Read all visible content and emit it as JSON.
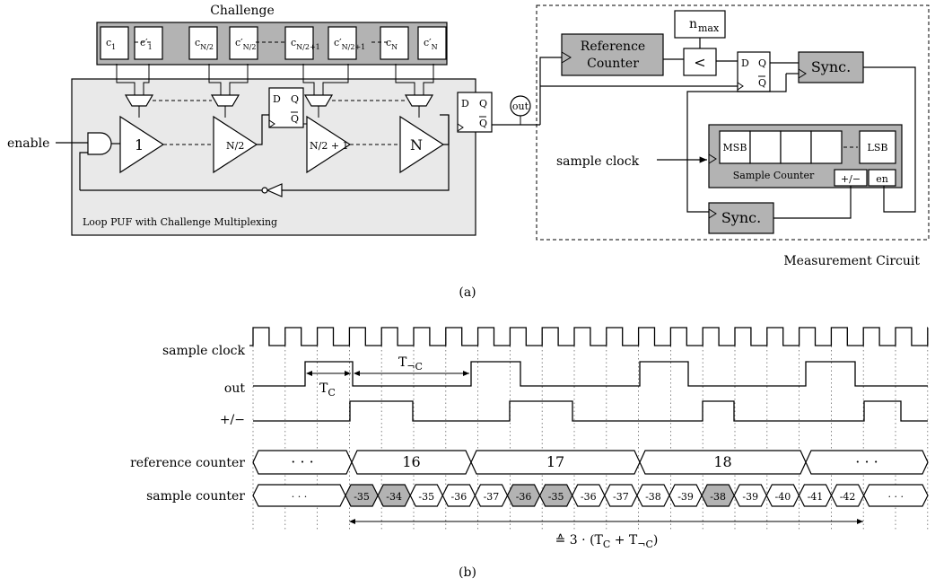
{
  "part_a": {
    "label": "(a)",
    "challenge": {
      "title": "Challenge",
      "cells": [
        {
          "base": "c",
          "sub": "1",
          "prime": false
        },
        {
          "base": "c",
          "sub": "1",
          "prime": true
        },
        {
          "base": "c",
          "sub": "N/2",
          "prime": false
        },
        {
          "base": "c",
          "sub": "N/2",
          "prime": true
        },
        {
          "base": "c",
          "sub": "N/2+1",
          "prime": false
        },
        {
          "base": "c",
          "sub": "N/2+1",
          "prime": true
        },
        {
          "base": "c",
          "sub": "N",
          "prime": false
        },
        {
          "base": "c",
          "sub": "N",
          "prime": true
        }
      ]
    },
    "puf": {
      "label": "Loop PUF with Challenge Multiplexing",
      "enable": "enable",
      "out": "out",
      "stages": [
        "1",
        "N/2",
        "N/2 + 1",
        "N"
      ],
      "ff_d": "D",
      "ff_q": "Q",
      "ff_qbar": "Q"
    },
    "measurement": {
      "label": "Measurement Circuit",
      "reference_counter": [
        "Reference",
        "Counter"
      ],
      "n_max": "n",
      "n_max_sub": "max",
      "compare": "<",
      "sync1": "Sync.",
      "sync2": "Sync.",
      "sample_clock": "sample clock",
      "sample_counter": "Sample Counter",
      "msb": "MSB",
      "lsb": "LSB",
      "plusminus": "+/−",
      "en": "en"
    }
  },
  "part_b": {
    "label": "(b)",
    "signals": [
      "sample clock",
      "out",
      "+/−",
      "reference counter",
      "sample counter"
    ],
    "tc_label": "T",
    "tc_sub": "C",
    "tnc_label": "T",
    "tnc_sub": "¬C",
    "reference_counter": [
      "· · ·",
      "16",
      "17",
      "18",
      "· · ·"
    ],
    "sample_counter": [
      "· · ·",
      "-35",
      "-34",
      "-35",
      "-36",
      "-37",
      "-36",
      "-35",
      "-36",
      "-37",
      "-38",
      "-39",
      "-38",
      "-39",
      "-40",
      "-41",
      "-42",
      "· · ·"
    ],
    "highlighted_sample_counter": [
      1,
      2,
      6,
      7,
      12
    ],
    "equivalence": "≙ 3 · (T",
    "equiv_sub1": "C",
    "equiv_mid": " + T",
    "equiv_sub2": "¬C",
    "equiv_end": ")"
  }
}
